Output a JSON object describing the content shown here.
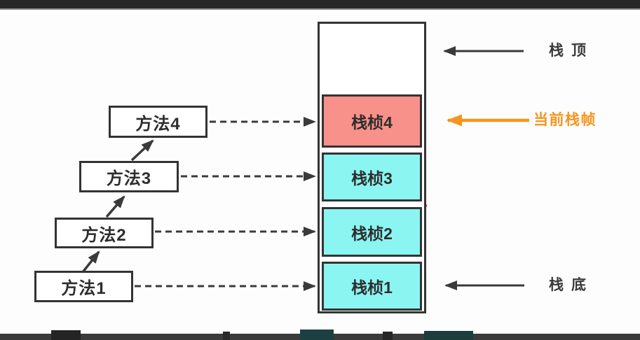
{
  "colors": {
    "current_frame_fill": "#F8918A",
    "frame_fill": "#8BF5F2",
    "accent_orange": "#F7941D",
    "line_dark": "#3A3A3A",
    "box_border": "#333333",
    "red_dot": "#E53935",
    "bar_dark": "#272727"
  },
  "method_boxes": [
    {
      "label": "方法1"
    },
    {
      "label": "方法2"
    },
    {
      "label": "方法3"
    },
    {
      "label": "方法4"
    }
  ],
  "stack": {
    "frames": [
      {
        "label": "栈桢4",
        "current": true
      },
      {
        "label": "栈桢3",
        "current": false
      },
      {
        "label": "栈桢2",
        "current": false
      },
      {
        "label": "栈桢1",
        "current": false
      }
    ]
  },
  "labels": {
    "stack_top": "栈顶",
    "current_frame": "当前栈帧",
    "stack_bottom": "栈底"
  }
}
